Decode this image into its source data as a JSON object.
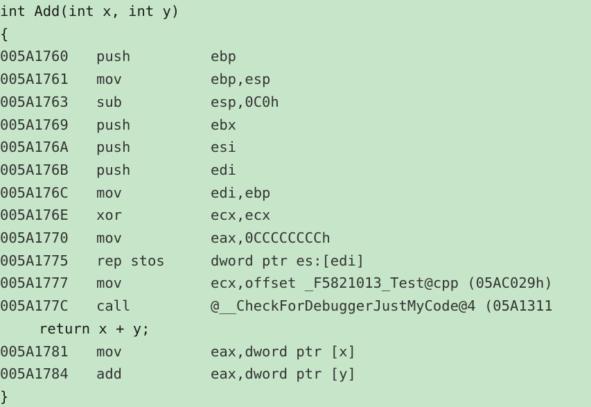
{
  "source_lines": {
    "signature": "int Add(int x, int y)",
    "open_brace": "{",
    "return_stmt": "return x + y;",
    "close_brace": "}"
  },
  "prologue": [
    {
      "address": "005A1760",
      "mnemonic": "push",
      "operands": "ebp"
    },
    {
      "address": "005A1761",
      "mnemonic": "mov",
      "operands": "ebp,esp"
    },
    {
      "address": "005A1763",
      "mnemonic": "sub",
      "operands": "esp,0C0h"
    },
    {
      "address": "005A1769",
      "mnemonic": "push",
      "operands": "ebx"
    },
    {
      "address": "005A176A",
      "mnemonic": "push",
      "operands": "esi"
    },
    {
      "address": "005A176B",
      "mnemonic": "push",
      "operands": "edi"
    },
    {
      "address": "005A176C",
      "mnemonic": "mov",
      "operands": "edi,ebp"
    },
    {
      "address": "005A176E",
      "mnemonic": "xor",
      "operands": "ecx,ecx"
    },
    {
      "address": "005A1770",
      "mnemonic": "mov",
      "operands": "eax,0CCCCCCCCh"
    },
    {
      "address": "005A1775",
      "mnemonic": "rep stos",
      "operands": "dword ptr es:[edi]"
    },
    {
      "address": "005A1777",
      "mnemonic": "mov",
      "operands": "ecx,offset _F5821013_Test@cpp (05AC029h)"
    },
    {
      "address": "005A177C",
      "mnemonic": "call",
      "operands": "@__CheckForDebuggerJustMyCode@4 (05A1311"
    }
  ],
  "body": [
    {
      "address": "005A1781",
      "mnemonic": "mov",
      "operands": "eax,dword ptr [x]"
    },
    {
      "address": "005A1784",
      "mnemonic": "add",
      "operands": "eax,dword ptr [y]"
    }
  ]
}
